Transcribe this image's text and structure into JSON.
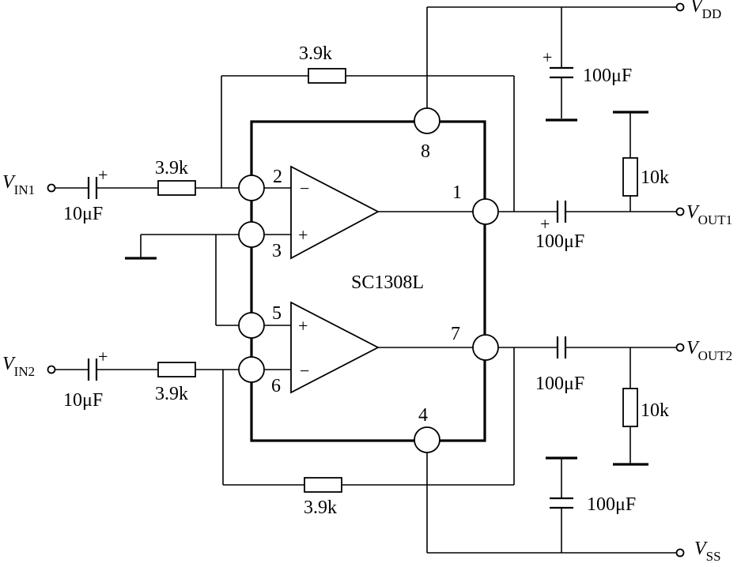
{
  "chip": {
    "name": "SC1308L"
  },
  "pins": {
    "p1": "1",
    "p2": "2",
    "p3": "3",
    "p4": "4",
    "p5": "5",
    "p6": "6",
    "p7": "7",
    "p8": "8"
  },
  "terminals": {
    "vin1": {
      "main": "V",
      "sub": "IN1"
    },
    "vin2": {
      "main": "V",
      "sub": "IN2"
    },
    "vout1": {
      "main": "V",
      "sub": "OUT1"
    },
    "vout2": {
      "main": "V",
      "sub": "OUT2"
    },
    "vdd": {
      "main": "V",
      "sub": "DD"
    },
    "vss": {
      "main": "V",
      "sub": "SS"
    }
  },
  "components": {
    "r_fb1": "3.9k",
    "r_in1": "3.9k",
    "r_in2": "3.9k",
    "r_fb2": "3.9k",
    "r_load1": "10k",
    "r_load2": "10k",
    "c_in1": "10μF",
    "c_in2": "10μF",
    "c_out1": "100μF",
    "c_out2": "100μF",
    "c_vdd": "100μF",
    "c_vss": "100μF"
  },
  "symbols": {
    "plus": "+",
    "minus": "−"
  }
}
